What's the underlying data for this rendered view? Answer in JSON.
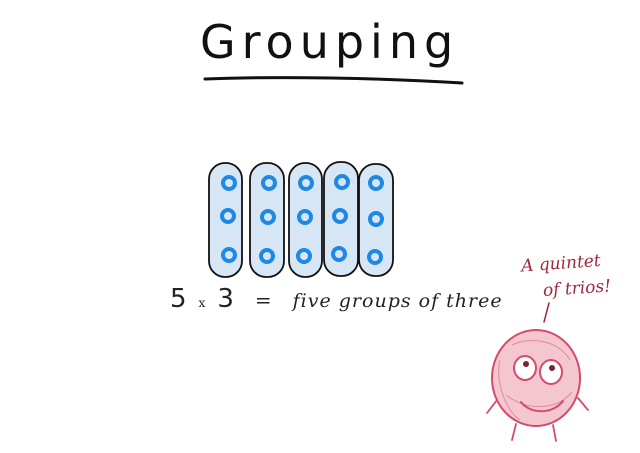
{
  "title": "Grouping",
  "groups": {
    "count": 5,
    "dots_per_group": 3
  },
  "equation": {
    "factor_a": "5",
    "times_symbol": "x",
    "factor_b": "3",
    "equals": "=",
    "words": "five groups of three"
  },
  "speech": {
    "line_1": "A quintet",
    "line_2": "of trios!"
  },
  "colors": {
    "ink": "#111111",
    "dot": "#1e88e5",
    "group_fill": "#d7e6f4",
    "mascot": "#d64a6a",
    "speech": "#a02a3c"
  }
}
